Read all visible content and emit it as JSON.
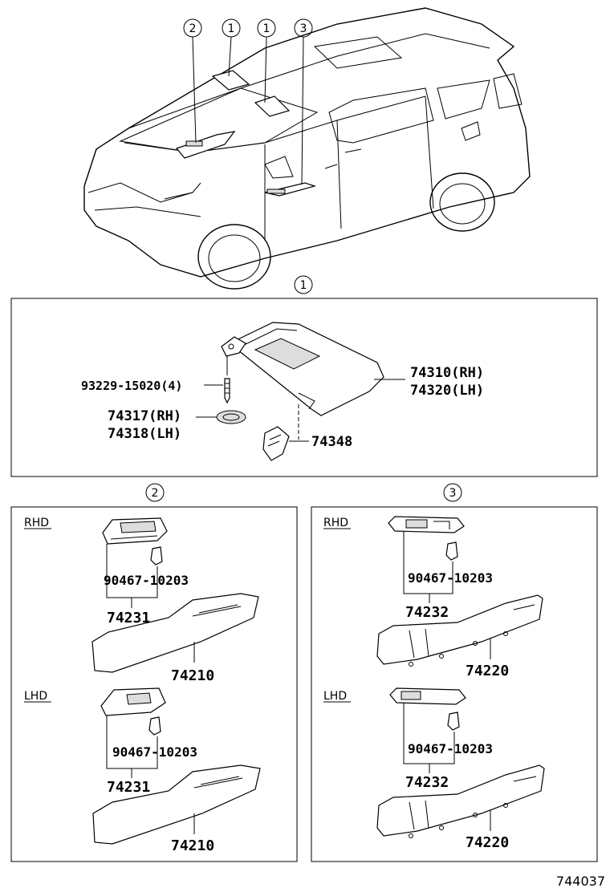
{
  "diagram_id": "744037",
  "callouts": {
    "c1": "1",
    "c2": "2",
    "c3": "3"
  },
  "section1": {
    "screw": "93229-15020(4)",
    "visor_rh": "74310(RH)",
    "visor_lh": "74320(LH)",
    "holder_rh": "74317(RH)",
    "holder_lh": "74318(LH)",
    "clip": "74348"
  },
  "section2": {
    "rhd_label": "RHD",
    "lhd_label": "LHD",
    "rhd": {
      "fastener": "90467-10203",
      "base": "74231",
      "armrest": "74210"
    },
    "lhd": {
      "fastener": "90467-10203",
      "base": "74231",
      "armrest": "74210"
    }
  },
  "section3": {
    "rhd_label": "RHD",
    "lhd_label": "LHD",
    "rhd": {
      "fastener": "90467-10203",
      "base": "74232",
      "armrest": "74220"
    },
    "lhd": {
      "fastener": "90467-10203",
      "base": "74232",
      "armrest": "74220"
    }
  }
}
